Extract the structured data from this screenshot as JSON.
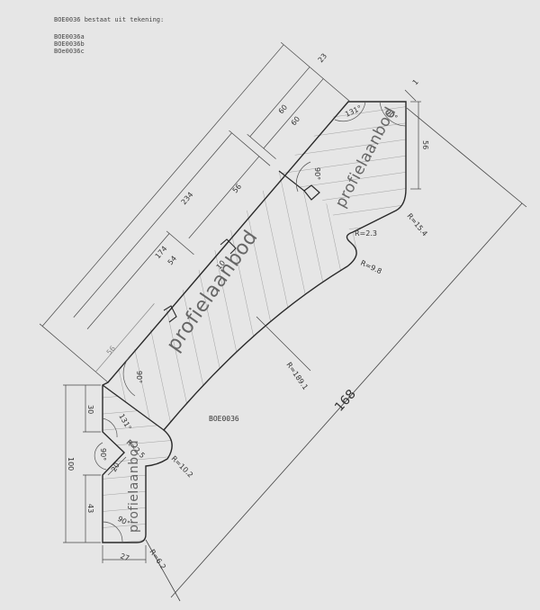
{
  "header": {
    "title": "BOE0036 bestaat uit tekening:",
    "parts": [
      "BOE0036a",
      "BOE0036b",
      "BOe0036c"
    ]
  },
  "drawing_code": "BOE0036",
  "watermark": "profielaanbod",
  "dimensions": {
    "d234": "234",
    "d174": "174",
    "d54": "54",
    "d56_top": "56",
    "d60a": "60",
    "d60b": "60",
    "d23": "23",
    "d1": "1",
    "d56_right": "56",
    "d56_grey": "56",
    "d10": "10",
    "d30": "30",
    "d100": "100",
    "d43": "43",
    "d27": "27",
    "d20": "20",
    "d168": "168"
  },
  "radii": {
    "r15": "R=15.4",
    "r2_3": "R=2.3",
    "r9_8": "R=9.8",
    "r189": "R=189.1",
    "r10": "R=10.2",
    "r2_5": "R=2.5",
    "r6": "R=6.2"
  },
  "angles": {
    "a131_top": "131°",
    "a90_top": "90°",
    "a90_mid": "90°",
    "a90_upper": "90°",
    "a131_low": "131°",
    "a90_notch": "90°",
    "a90_low": "90°"
  },
  "colors": {
    "line": "#2a2a2a",
    "hatch": "#8a8a8a",
    "background": "#e6e6e6"
  }
}
